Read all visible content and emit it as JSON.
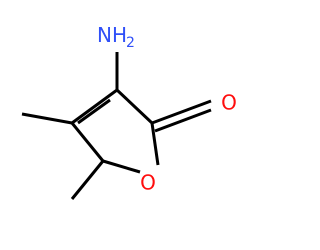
{
  "structure": {
    "colors": {
      "bond": "#000000",
      "nitrogen": "#3050f8",
      "oxygen": "#ff0d0d"
    },
    "labels": {
      "amino_main": "NH",
      "amino_sub": "2",
      "carbonyl_oxygen": "O",
      "ring_oxygen": "O"
    }
  }
}
